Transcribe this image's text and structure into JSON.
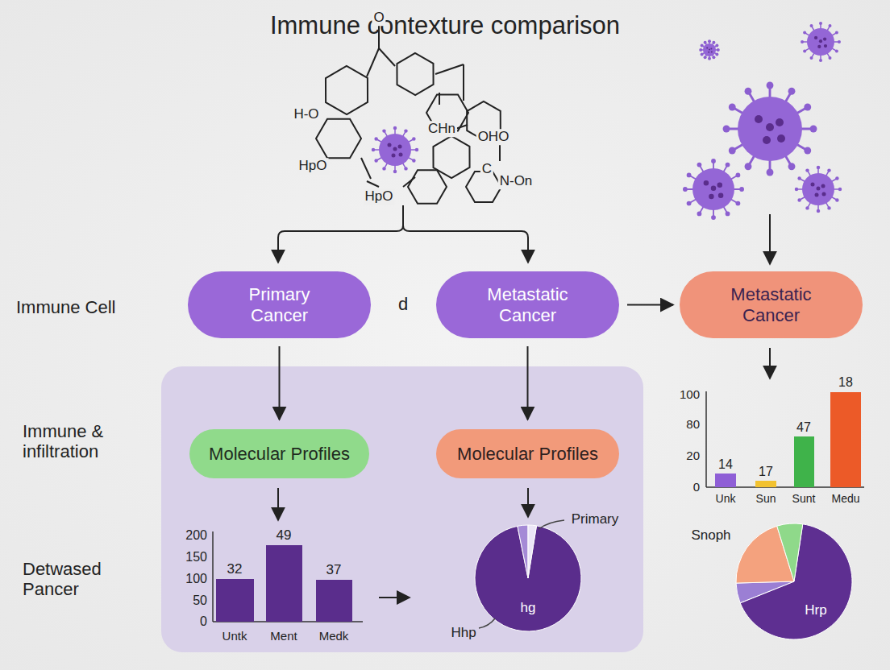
{
  "diagram": {
    "title": "Immune contexture comparison",
    "nodes": [
      {
        "text": [
          "Primary Cancer"
        ]
      },
      {
        "text": [
          "Metastatic Cancer"
        ]
      },
      {
        "text": [
          "Metastatic Cancer"
        ]
      },
      {
        "text": [
          "Molecular Profiles"
        ]
      },
      {
        "text": [
          "Molecular Profiles"
        ]
      }
    ],
    "edges": [
      {
        "from": 0,
        "to": 3,
        "arrow": "to"
      },
      {
        "from": 1,
        "to": 4,
        "arrow": "to"
      },
      {
        "from": 1,
        "to": 2,
        "arrow": "to"
      }
    ],
    "labels": [
      "O",
      "H-O",
      "CHn",
      "OHO",
      "HpO",
      "C",
      "N-On",
      "HpO",
      "d",
      "Immune Cell",
      "Immune & infiltration",
      "Detwased Pancer",
      "200",
      "150",
      "100",
      "50",
      "0",
      "32",
      "49",
      "37",
      "Untk",
      "Ment",
      "Medk",
      "Primary",
      "hg",
      "Hhp",
      "100",
      "80",
      "20",
      "0",
      "14",
      "17",
      "47",
      "18",
      "Unk",
      "Sun",
      "Sunt",
      "Medu",
      "Snoph",
      "Hrp"
    ]
  }
}
